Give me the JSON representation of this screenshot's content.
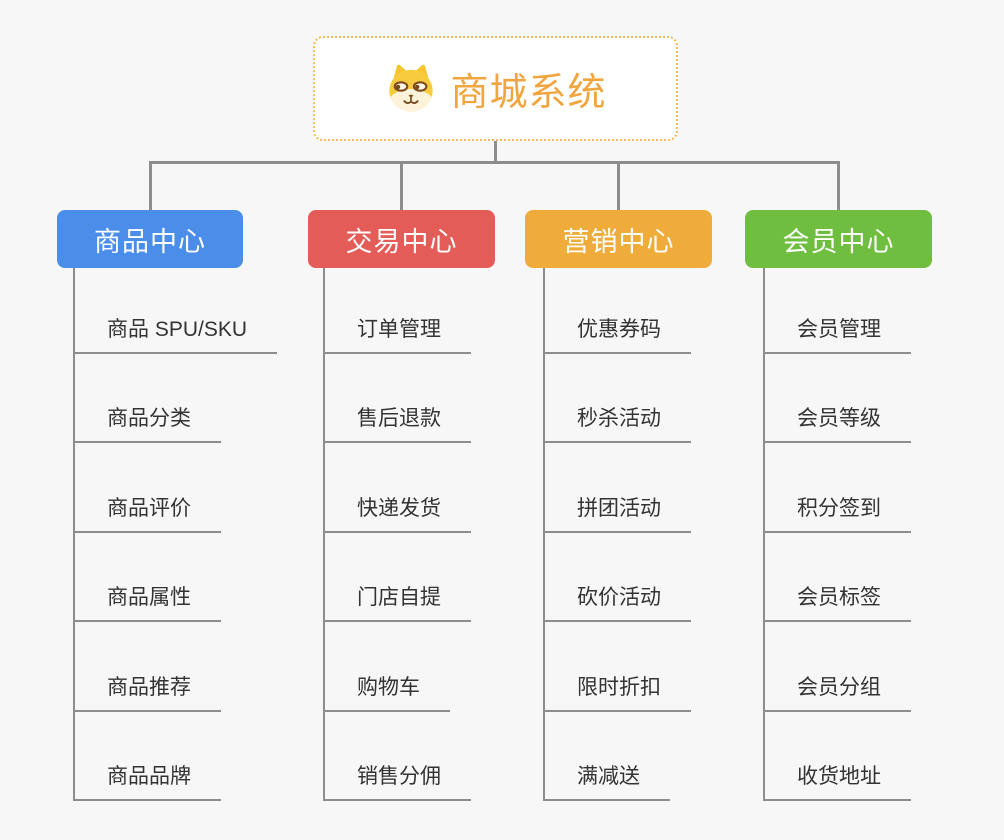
{
  "root": {
    "title": "商城系统",
    "icon": "dog-face-icon",
    "title_color": "#F0A53E"
  },
  "branches": [
    {
      "label": "商品中心",
      "color": "#4A8EEA",
      "items": [
        "商品 SPU/SKU",
        "商品分类",
        "商品评价",
        "商品属性",
        "商品推荐",
        "商品品牌"
      ]
    },
    {
      "label": "交易中心",
      "color": "#E45C57",
      "items": [
        "订单管理",
        "售后退款",
        "快递发货",
        "门店自提",
        "购物车",
        "销售分佣"
      ]
    },
    {
      "label": "营销中心",
      "color": "#EFAC3B",
      "items": [
        "优惠券码",
        "秒杀活动",
        "拼团活动",
        "砍价活动",
        "限时折扣",
        "满减送"
      ]
    },
    {
      "label": "会员中心",
      "color": "#6FBE40",
      "items": [
        "会员管理",
        "会员等级",
        "积分签到",
        "会员标签",
        "会员分组",
        "收货地址"
      ]
    }
  ],
  "colors": {
    "connector": "#8d8d8d",
    "background": "#F6F7F6",
    "item_text": "#333333"
  }
}
